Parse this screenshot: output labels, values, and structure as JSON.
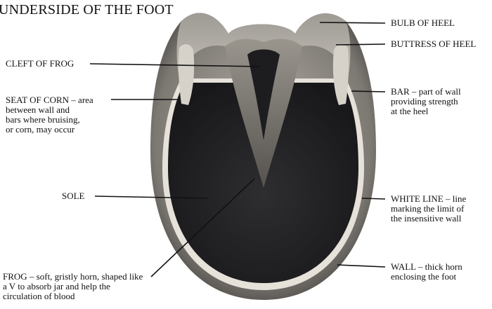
{
  "title": "UNDERSIDE OF THE FOOT",
  "labels": {
    "cleft_of_frog": "CLEFT OF FROG",
    "seat_of_corn": {
      "name": "SEAT OF CORN – area",
      "desc": [
        "between wall and",
        "bars where bruising,",
        "or corn, may occur"
      ]
    },
    "sole": "SOLE",
    "frog": {
      "name": "FROG – soft, gristly horn, shaped like",
      "desc": [
        "a V to absorb jar and help the",
        "circulation of blood"
      ]
    },
    "bulb_of_heel": "BULB OF HEEL",
    "buttress_of_heel": "BUTTRESS OF HEEL",
    "bar": {
      "name": "BAR – part of wall",
      "desc": [
        "providing strength",
        "at the heel"
      ]
    },
    "white_line": {
      "name": "WHITE LINE – line",
      "desc": [
        "marking the limit of",
        "the insensitive wall"
      ]
    },
    "wall": {
      "name": "WALL – thick horn",
      "desc": [
        "enclosing the foot"
      ]
    }
  },
  "colors": {
    "sole": "#202022",
    "wall": "#7a7670",
    "white_line": "#e6e2da",
    "heel": "#8e8a84",
    "leader": "#111111"
  }
}
